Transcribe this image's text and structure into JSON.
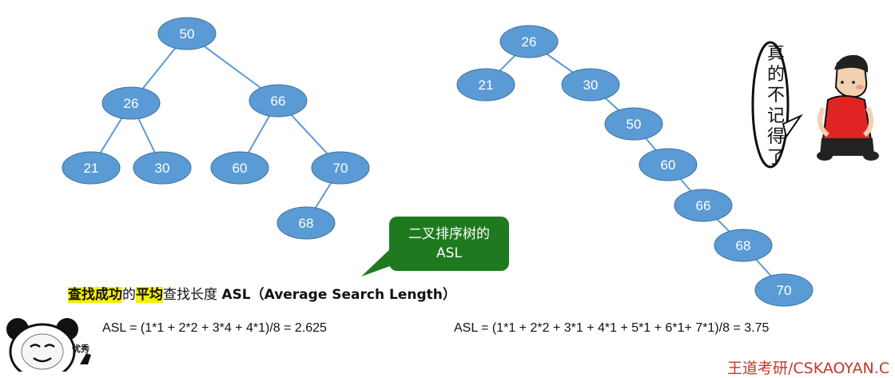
{
  "balanced_tree": {
    "nodes": [
      {
        "id": "b50",
        "label": "50"
      },
      {
        "id": "b26",
        "label": "26"
      },
      {
        "id": "b66",
        "label": "66"
      },
      {
        "id": "b21",
        "label": "21"
      },
      {
        "id": "b30",
        "label": "30"
      },
      {
        "id": "b60",
        "label": "60"
      },
      {
        "id": "b70",
        "label": "70"
      },
      {
        "id": "b68",
        "label": "68"
      }
    ],
    "edges": [
      [
        "b50",
        "b26"
      ],
      [
        "b50",
        "b66"
      ],
      [
        "b26",
        "b21"
      ],
      [
        "b26",
        "b30"
      ],
      [
        "b66",
        "b60"
      ],
      [
        "b66",
        "b70"
      ],
      [
        "b70",
        "b68"
      ]
    ]
  },
  "skewed_tree": {
    "nodes": [
      {
        "id": "s26",
        "label": "26"
      },
      {
        "id": "s21",
        "label": "21"
      },
      {
        "id": "s30",
        "label": "30"
      },
      {
        "id": "s50",
        "label": "50"
      },
      {
        "id": "s60",
        "label": "60"
      },
      {
        "id": "s66",
        "label": "66"
      },
      {
        "id": "s68",
        "label": "68"
      },
      {
        "id": "s70",
        "label": "70"
      }
    ],
    "edges": [
      [
        "s26",
        "s21"
      ],
      [
        "s26",
        "s30"
      ],
      [
        "s30",
        "s50"
      ],
      [
        "s50",
        "s60"
      ],
      [
        "s60",
        "s66"
      ],
      [
        "s66",
        "s68"
      ],
      [
        "s68",
        "s70"
      ]
    ]
  },
  "colors": {
    "node_fill": "#5b9bd5",
    "node_stroke": "#41719c",
    "edge": "#5b9bd5",
    "callout": "#1f7a1f",
    "highlight": "#f4f000"
  },
  "callout": {
    "line1": "二叉排序树的",
    "line2": "ASL"
  },
  "caption": {
    "part1": "查找成功",
    "part2": "的",
    "part3": "平均",
    "part4": "查找长度 ",
    "part5": "ASL（Average Search Length）"
  },
  "formula_left": "ASL = (1*1 + 2*2 + 3*4 + 4*1)/8 = 2.625",
  "formula_right": "ASL = (1*1 + 2*2 + 3*1 + 4*1 + 5*1 + 6*1+  7*1)/8 = 3.75",
  "meme_right": {
    "text": "真的不记得了"
  },
  "meme_left": {
    "text": "优秀"
  },
  "watermark": "王道考研/CSKAOYAN.C"
}
